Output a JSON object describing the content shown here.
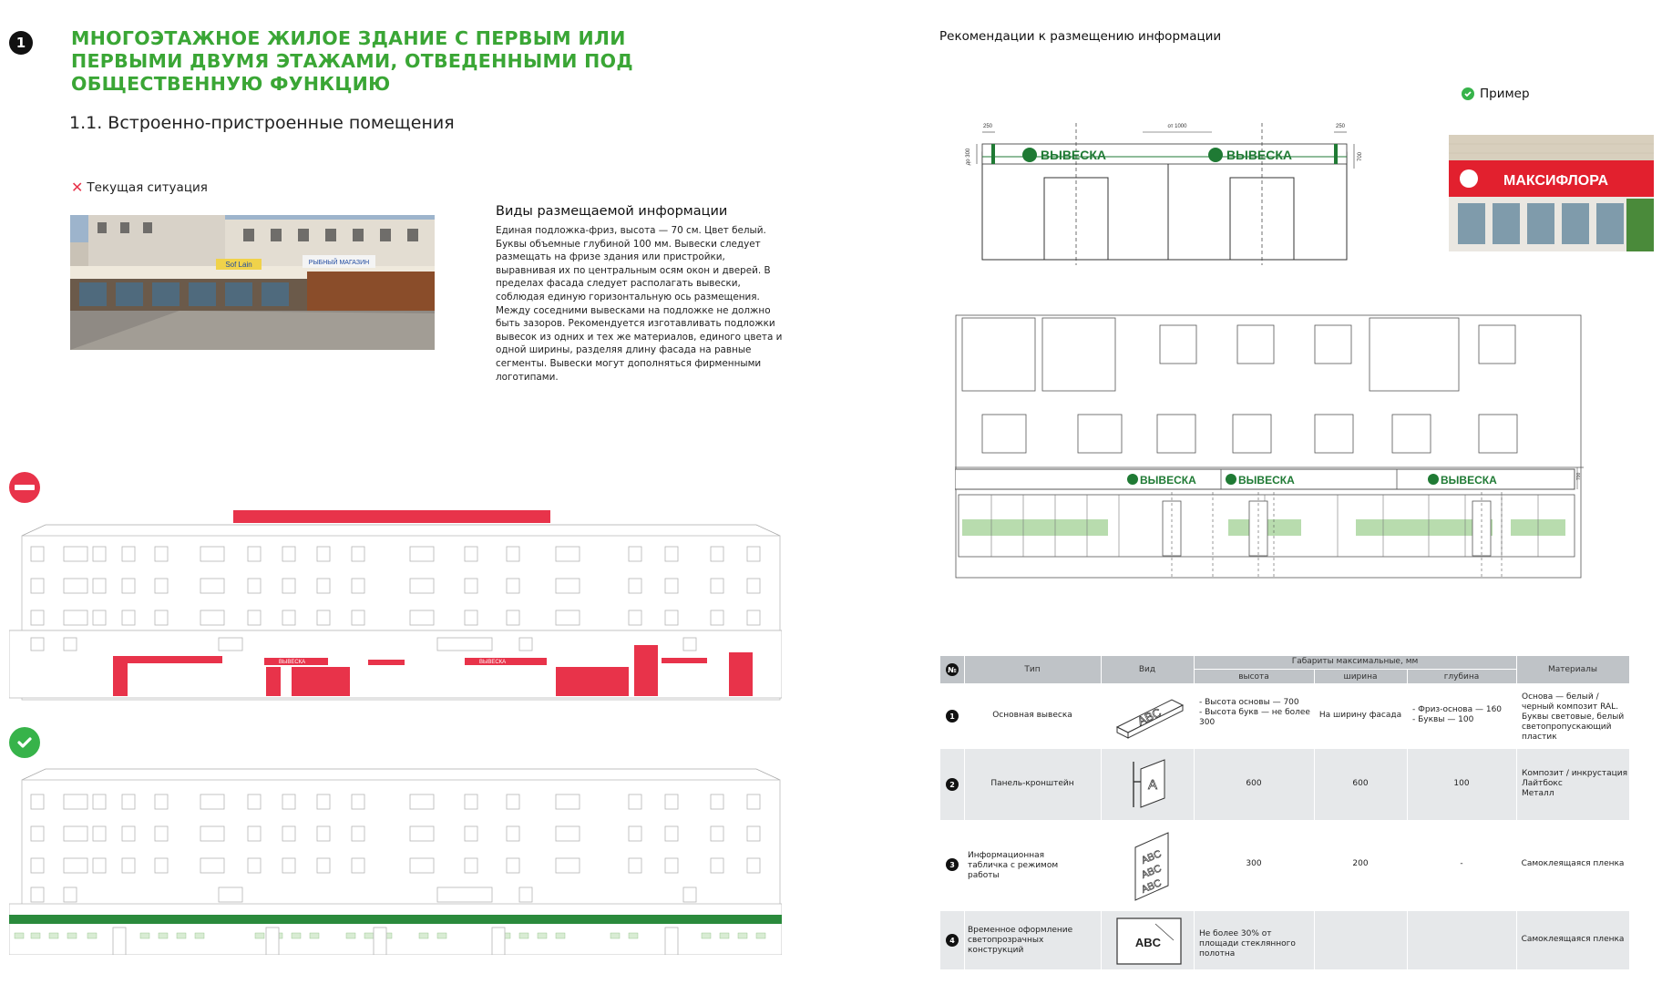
{
  "page": {
    "section_number": "1",
    "title": "МНОГОЭТАЖНОЕ ЖИЛОЕ ЗДАНИЕ С ПЕРВЫМ ИЛИ ПЕРВЫМИ ДВУМЯ ЭТАЖАМИ, ОТВЕДЕННЫМИ ПОД ОБЩЕСТВЕННУЮ ФУНКЦИЮ",
    "subtitle": "1.1. Встроенно-пристроенные помещения"
  },
  "current_situation": {
    "label": "Текущая ситуация",
    "icon": "cross-icon"
  },
  "photo_signs": {
    "sign1": "Sof Lain",
    "sign2": "РЫБНЫЙ МАГАЗИН"
  },
  "info_types": {
    "title": "Виды размещаемой информации",
    "text": "Единая подложка-фриз, высота — 70 см. Цвет белый. Буквы объемные глубиной 100 мм. Вывески следует размещать на фризе здания или пристройки, выравнивая их по центральным осям окон и дверей. В пределах фасада следует располагать вывески, соблюдая единую горизонтальную ось размещения. Между соседними вывесками на подложке не должно быть зазоров. Рекомендуется изготавливать подложки вывесок из одних и тех же материалов, единого цвета и одной ширины, разделяя длину фасада на равные сегменты. Вывески могут дополняться фирменными логотипами."
  },
  "recommendations": {
    "title": "Рекомендации к размещению информации",
    "example_label": "Пример",
    "sign_text": "ВЫВЕСКА",
    "dims": {
      "d250a": "250",
      "d1000": "от 1000",
      "d250b": "250",
      "d300": "до 300",
      "d700": "700",
      "d200": "200"
    },
    "example_sign": "МАКСИФЛОРА"
  },
  "table": {
    "headers": {
      "num": "№",
      "type": "Тип",
      "view": "Вид",
      "dims_group": "Габариты максимальные, мм",
      "height": "высота",
      "width": "ширина",
      "depth": "глубина",
      "materials": "Материалы"
    },
    "rows": [
      {
        "num": "1",
        "type": "Основная вывеска",
        "height": "- Высота основы — 700\n- Высота букв — не более 300",
        "width": "На ширину фасада",
        "depth": "- Фриз-основа — 160\n- Буквы — 100",
        "materials": "Основа — белый / черный композит RAL. Буквы световые, белый светопропускающий пластик",
        "view_text": "ABC"
      },
      {
        "num": "2",
        "type": "Панель-кронштейн",
        "height": "600",
        "width": "600",
        "depth": "100",
        "materials": "Композит / инкрустация\nЛайтбокс\nМеталл",
        "view_text": "A"
      },
      {
        "num": "3",
        "type": "Информационная табличка с режимом работы",
        "height": "300",
        "width": "200",
        "depth": "-",
        "materials": "Самоклеящаяся пленка",
        "view_text": "ABC"
      },
      {
        "num": "4",
        "type": "Временное оформление светопрозрачных конструкций",
        "height": "Не более 30% от площади стеклянного полотна",
        "width": "",
        "depth": "",
        "materials": "Самоклеящаяся пленка",
        "view_text": "ABC"
      }
    ]
  },
  "colors": {
    "green": "#3aa635",
    "red": "#e8334a",
    "sign_green": "#1f7a34",
    "header_gray": "#bfc3c7"
  }
}
